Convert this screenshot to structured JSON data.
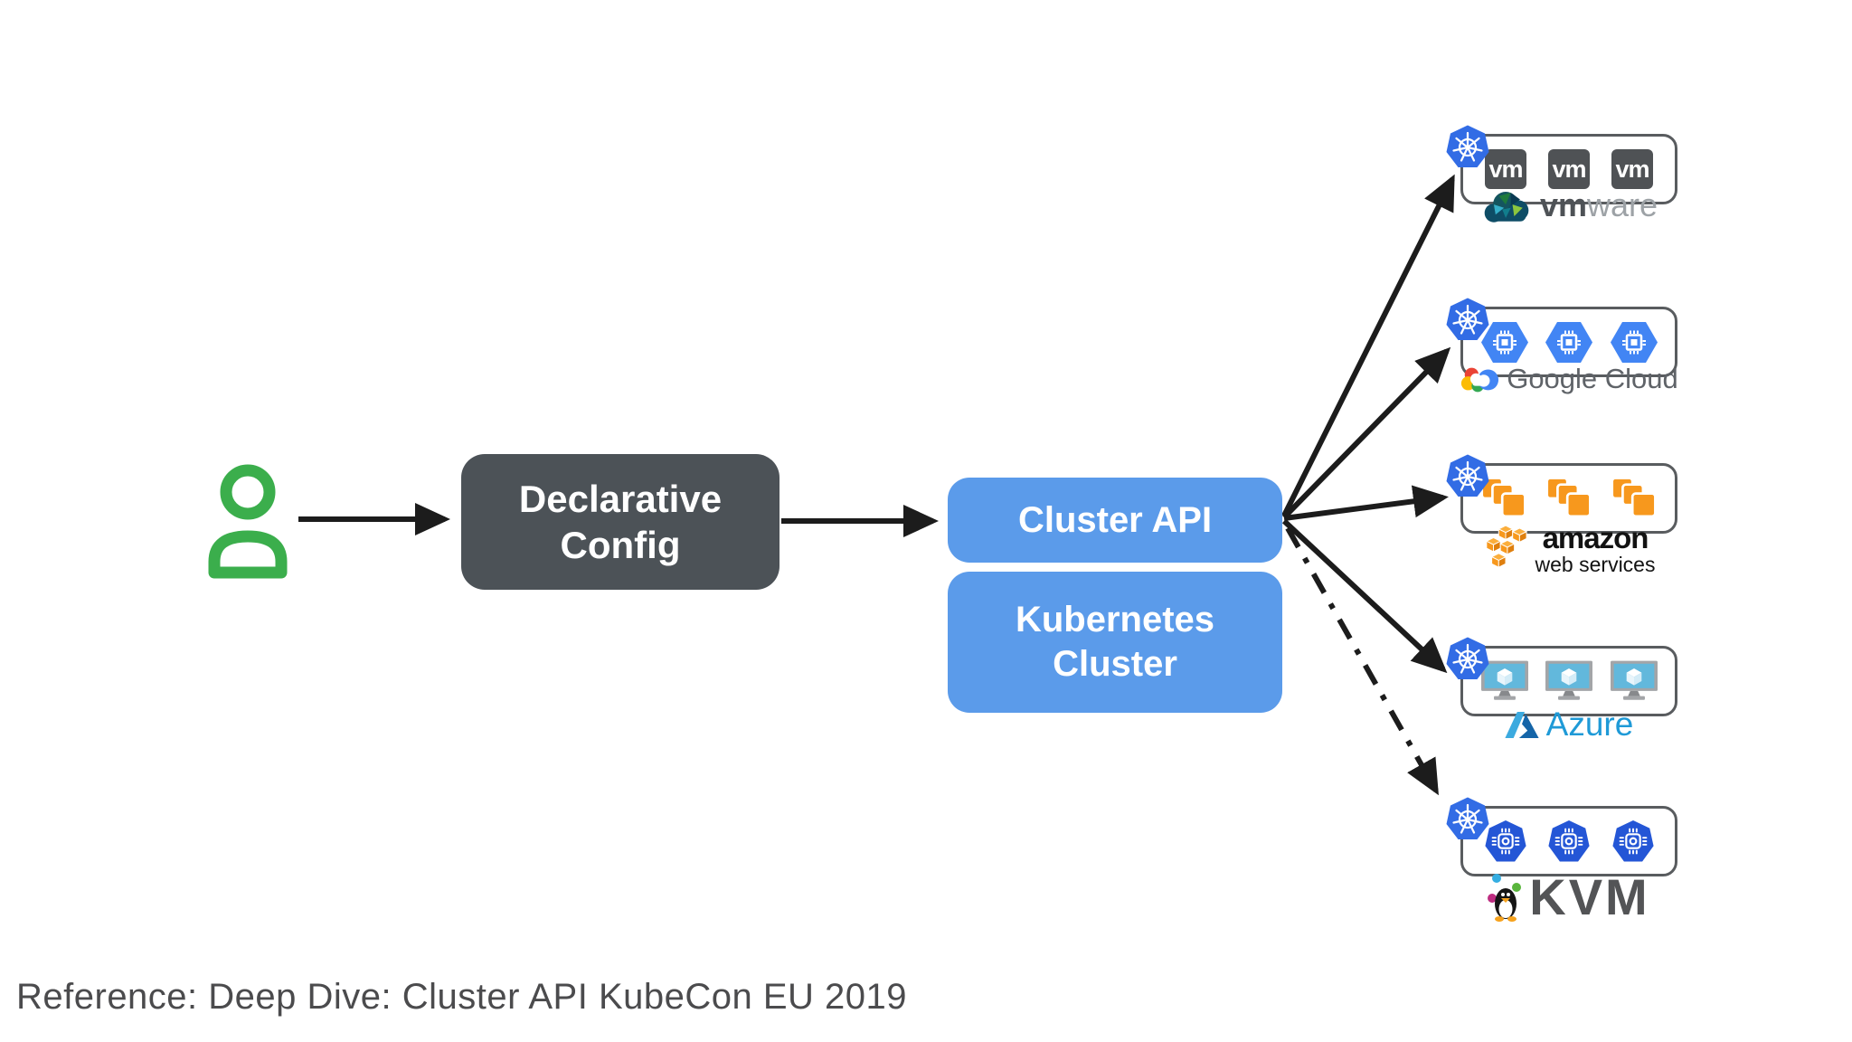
{
  "nodes": {
    "declarative_config": {
      "line1": "Declarative",
      "line2": "Config"
    },
    "cluster_api": {
      "label": "Cluster API"
    },
    "kubernetes_cluster": {
      "line1": "Kubernetes",
      "line2": "Cluster"
    }
  },
  "providers": [
    {
      "id": "vmware",
      "icon": "vm-square-icon",
      "icon_count": 3,
      "vm_label": "vm",
      "logo_bold": "vm",
      "logo_light": "ware",
      "arrow_style": "solid"
    },
    {
      "id": "google-cloud",
      "icon": "gce-hexagon-icon",
      "icon_count": 3,
      "logo_text": "Google Cloud",
      "arrow_style": "solid"
    },
    {
      "id": "aws",
      "icon": "aws-cubes-icon",
      "icon_count": 3,
      "logo_text": "amazon",
      "logo_subtext": "web services",
      "arrow_style": "solid"
    },
    {
      "id": "azure",
      "icon": "azure-vm-icon",
      "icon_count": 3,
      "logo_text": "Azure",
      "arrow_style": "solid"
    },
    {
      "id": "kvm",
      "icon": "kvm-node-icon",
      "icon_count": 3,
      "logo_text": "KVM",
      "arrow_style": "dash-dot"
    }
  ],
  "footer": {
    "reference": "Reference: Deep Dive: Cluster API KubeCon EU 2019"
  },
  "colors": {
    "arrow": "#1C1C1C",
    "box_dark": "#4C5257",
    "box_blue": "#5B9BEA",
    "kubernetes_blue": "#326CE5",
    "gce_blue": "#4285F4",
    "aws_orange": "#F7981D",
    "azure_text_blue": "#1F9AD7",
    "kvm_blue": "#2456D6",
    "person_green": "#3BAE4C"
  }
}
